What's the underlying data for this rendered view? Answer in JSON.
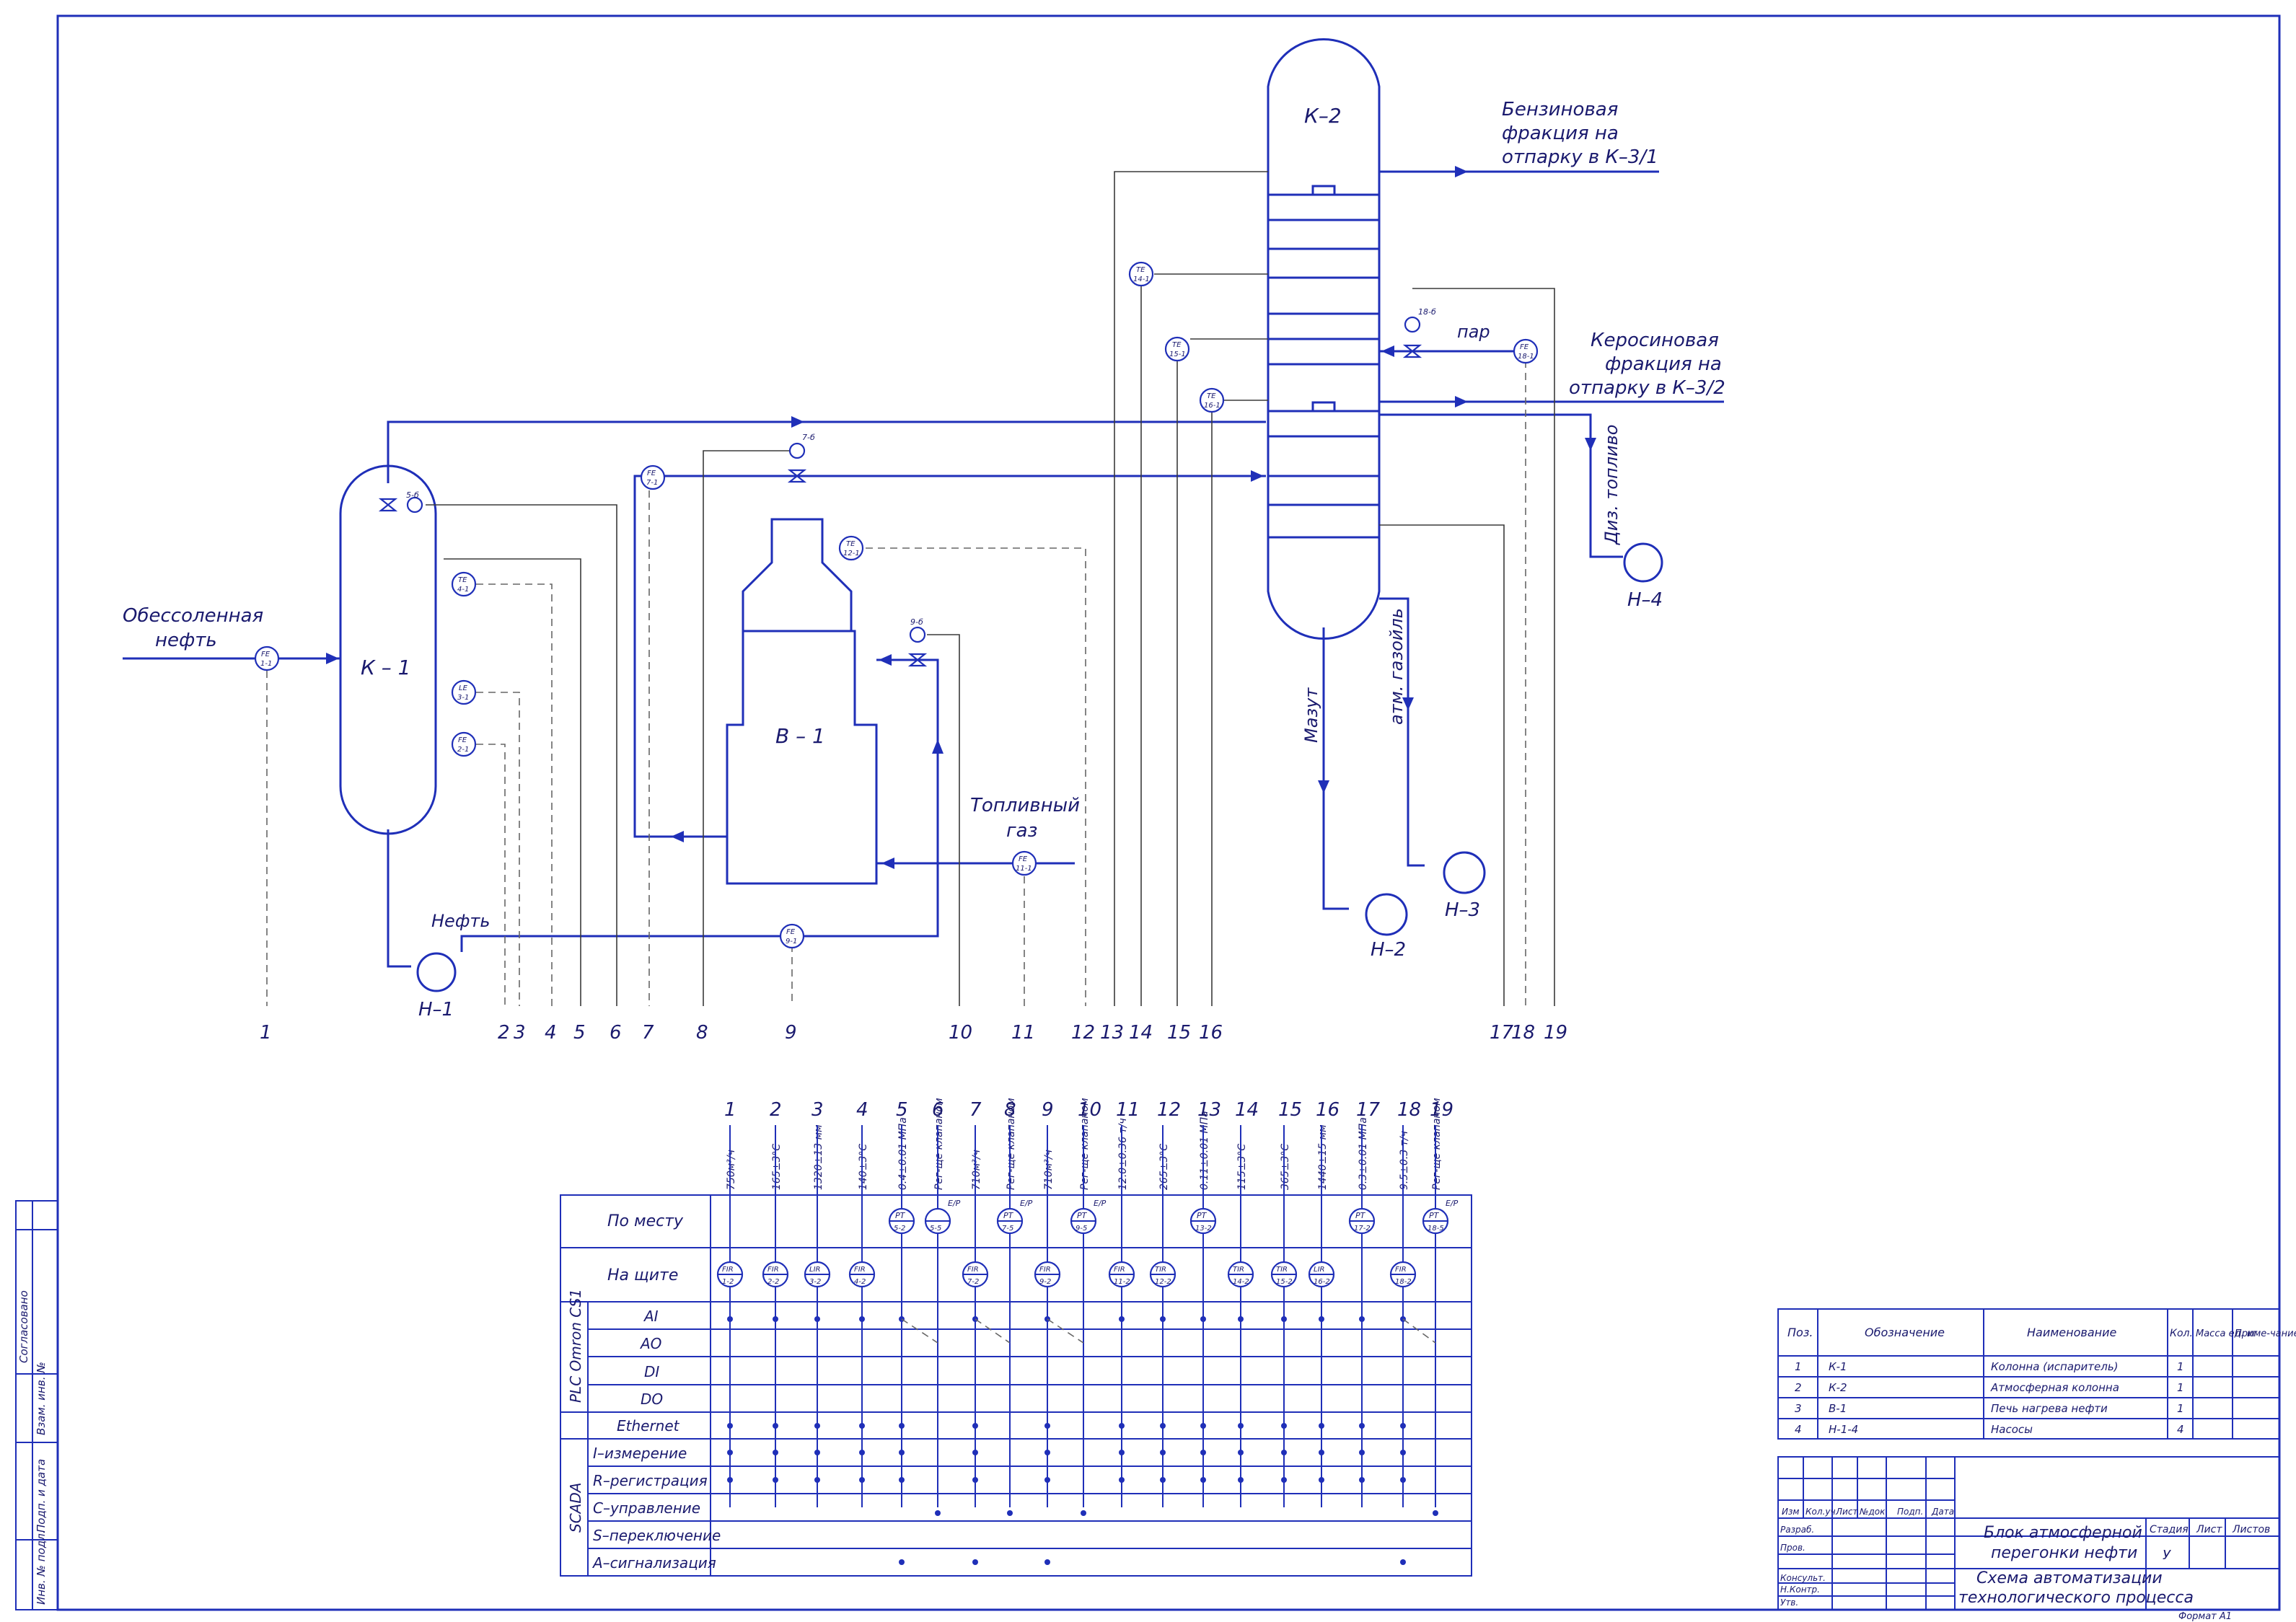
{
  "equipment": {
    "k1": "К – 1",
    "k2": "К–2",
    "b1": "В – 1",
    "h1": "Н–1",
    "h2": "Н–2",
    "h3": "Н–3",
    "h4": "Н–4"
  },
  "streams": {
    "desalted_oil_1": "Обессоленная",
    "desalted_oil_2": "нефть",
    "oil": "Нефть",
    "fuel_gas_1": "Топливный",
    "fuel_gas_2": "газ",
    "gasoline_1": "Бензиновая",
    "gasoline_2": "фракция на",
    "gasoline_3": "отпарку в К–3/1",
    "kerosene_1": "Керосиновая",
    "kerosene_2": "фракция на",
    "kerosene_3": "отпарку в К–3/2",
    "steam": "пар",
    "diesel": "Диз. топливо",
    "fuel_oil": "Мазут",
    "gasoil": "атм. газойль"
  },
  "instruments_process": [
    {
      "tag": "FE",
      "pos": "1-1"
    },
    {
      "tag": "TE",
      "pos": "4-1"
    },
    {
      "tag": "LE",
      "pos": "3-1"
    },
    {
      "tag": "FE",
      "pos": "2-1"
    },
    {
      "tag": "FE",
      "pos": "7-1"
    },
    {
      "tag": "TE",
      "pos": "12-1"
    },
    {
      "tag": "FE",
      "pos": "9-1"
    },
    {
      "tag": "FE",
      "pos": "11-1"
    },
    {
      "tag": "TE",
      "pos": "14-1"
    },
    {
      "tag": "TE",
      "pos": "15-1"
    },
    {
      "tag": "TE",
      "pos": "16-1"
    },
    {
      "tag": "FE",
      "pos": "18-1"
    }
  ],
  "valves": [
    "5-б",
    "7-б",
    "9-б",
    "18-б"
  ],
  "loop_numbers_top": [
    "1",
    "2",
    "3",
    "4",
    "5",
    "6",
    "7",
    "8",
    "9",
    "10",
    "11",
    "12",
    "13",
    "14",
    "15",
    "16",
    "17",
    "18",
    "19"
  ],
  "loop_columns": [
    "1",
    "2",
    "3",
    "4",
    "5",
    "6",
    "7",
    "8",
    "9",
    "10",
    "11",
    "12",
    "13",
    "14",
    "15",
    "16",
    "17",
    "18",
    "19"
  ],
  "loop_specs": [
    "750м³/ч",
    "165±3°С",
    "1320±13 мм",
    "140±3°С",
    "0.4±0.01 МПа",
    "Рег-ще клапаном",
    "710м³/ч",
    "Рег-ще клапаном",
    "710м³/ч",
    "Рег-ще клапаном",
    "12.0±0.36 т/ч",
    "265±3°С",
    "0.11±0.01 МПа",
    "115±3°С",
    "365±3°С",
    "1440±15 мм",
    "0.3±0.01 МПа",
    "9.5±0.3 т/ч",
    "Рег-ще клапаном"
  ],
  "field_instruments": [
    {
      "col": "5",
      "a": "PT",
      "b": "5-2"
    },
    {
      "col": "6",
      "a": "",
      "b": "5-5",
      "note": "E/P"
    },
    {
      "col": "8",
      "a": "PT",
      "b": "7-5",
      "note": "E/P"
    },
    {
      "col": "10",
      "a": "PT",
      "b": "9-5",
      "note": "E/P"
    },
    {
      "col": "13",
      "a": "PT",
      "b": "13-2"
    },
    {
      "col": "17",
      "a": "PT",
      "b": "17-2"
    },
    {
      "col": "19",
      "a": "PT",
      "b": "18-5",
      "note": "E/P"
    }
  ],
  "panel_instruments": [
    {
      "col": "1",
      "a": "FIR",
      "b": "1-2"
    },
    {
      "col": "2",
      "a": "FIR",
      "b": "2-2"
    },
    {
      "col": "3",
      "a": "LIR",
      "b": "3-2"
    },
    {
      "col": "4",
      "a": "FIR",
      "b": "4-2"
    },
    {
      "col": "7",
      "a": "FIR",
      "b": "7-2"
    },
    {
      "col": "9",
      "a": "FIR",
      "b": "9-2"
    },
    {
      "col": "11",
      "a": "FIR",
      "b": "11-2"
    },
    {
      "col": "12",
      "a": "TIR",
      "b": "12-2"
    },
    {
      "col": "14",
      "a": "TIR",
      "b": "14-2"
    },
    {
      "col": "15",
      "a": "TIR",
      "b": "15-2"
    },
    {
      "col": "16",
      "a": "LIR",
      "b": "16-2"
    },
    {
      "col": "18",
      "a": "FIR",
      "b": "18-2"
    }
  ],
  "table_rows": {
    "local": "По месту",
    "panel": "На щите",
    "plc": "PLC Omron CS1",
    "ai": "AI",
    "ao": "AO",
    "di": "DI",
    "do": "DO",
    "ethernet": "Ethernet",
    "scada": "SCADA",
    "i": "I–измерение",
    "r": "R–регистрация",
    "c": "C–управление",
    "s": "S–переключение",
    "a": "A–сигнализация"
  },
  "spec_table": {
    "headers": [
      "Поз.",
      "Обозначение",
      "Наименование",
      "Кол.",
      "Масса ед. кг",
      "Приме-чание"
    ],
    "rows": [
      [
        "1",
        "К-1",
        "Колонна (испаритель)",
        "1"
      ],
      [
        "2",
        "К-2",
        "Атмосферная колонна",
        "1"
      ],
      [
        "3",
        "В-1",
        "Печь нагрева нефти",
        "1"
      ],
      [
        "4",
        "Н-1-4",
        "Насосы",
        "4"
      ]
    ]
  },
  "title_block": {
    "cols": [
      "Изм",
      "Кол.уч",
      "Лист",
      "№док",
      "Подп.",
      "Дата"
    ],
    "roles": [
      "Разраб.",
      "Пров.",
      "",
      "Консульт.",
      "Н.Контр.",
      "Утв."
    ],
    "title_1": "Блок атмосферной",
    "title_2": "перегонки нефти",
    "doc_1": "Схема автоматизации",
    "doc_2": "технологического процесса",
    "stage_label": "Стадия",
    "sheet_label": "Лист",
    "sheets_label": "Листов",
    "stage_value": "У",
    "format": "Формат    А1"
  },
  "side_stamp": [
    "Согласовано",
    "Взам. инв. №",
    "Подп. и дата",
    "Инв. № подл."
  ]
}
